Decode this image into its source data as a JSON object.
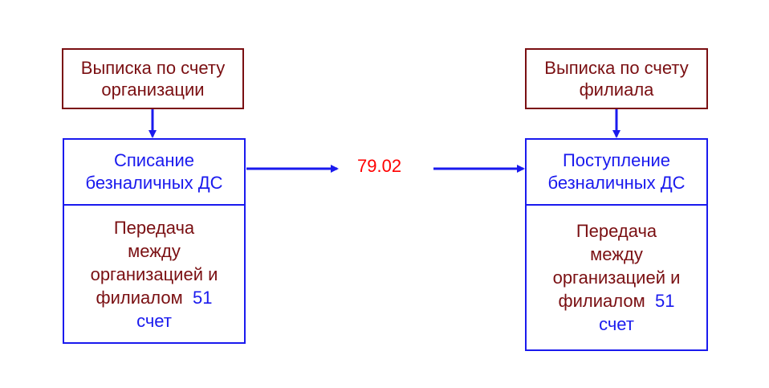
{
  "left": {
    "top_box": [
      "Выписка по счету",
      "организации"
    ],
    "header": [
      "Списание",
      "безналичных ДС"
    ],
    "body_lines": [
      "Передача",
      "между",
      "организацией и"
    ],
    "body_line4_text": "филиалом",
    "body_line4_account": "51",
    "body_line5": "счет"
  },
  "right": {
    "top_box": [
      "Выписка по счету",
      "филиала"
    ],
    "header": [
      "Поступление",
      "безналичных ДС"
    ],
    "body_lines": [
      "Передача",
      "между",
      "организацией и"
    ],
    "body_line4_text": "филиалом",
    "body_line4_account": "51",
    "body_line5": "счет"
  },
  "transfer_account": "79.02",
  "colors": {
    "dark_red": "#7a0f12",
    "blue": "#1a1aee",
    "red": "#ff0000"
  }
}
